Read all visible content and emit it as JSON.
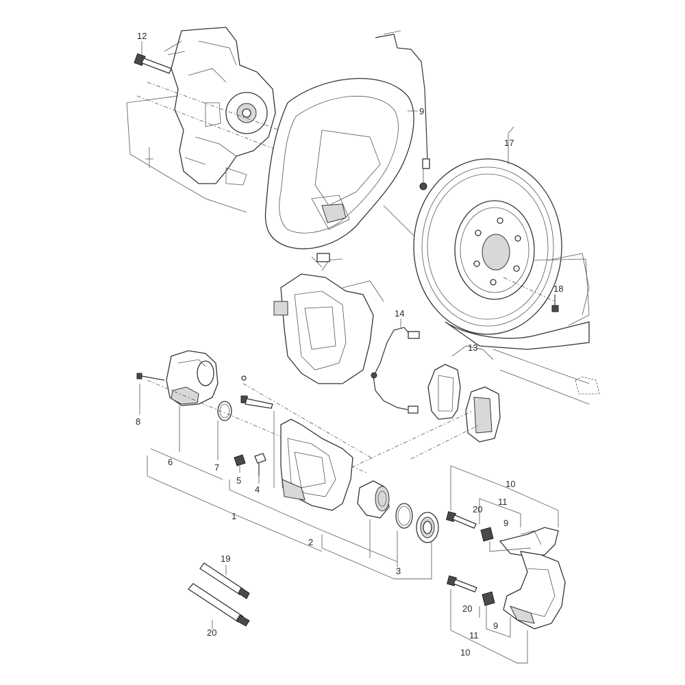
{
  "callouts": {
    "c1": "1",
    "c2": "2",
    "c3": "3",
    "c4": "4",
    "c5": "5",
    "c6": "6",
    "c7": "7",
    "c8": "8",
    "c9a": "9",
    "c9b": "9",
    "c9c": "9",
    "c10a": "10",
    "c10b": "10",
    "c11a": "11",
    "c11b": "11",
    "c12": "12",
    "c13": "13",
    "c14": "14",
    "c17": "17",
    "c18": "18",
    "c19": "19",
    "c20a": "20",
    "c20b": "20",
    "c20c": "20"
  }
}
